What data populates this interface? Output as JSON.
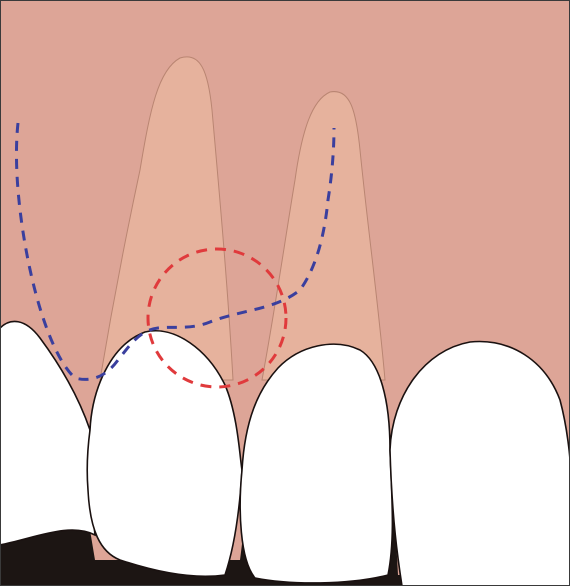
{
  "diagram": {
    "subject": "gingival-anatomy-illustration",
    "colors": {
      "gingiva": "#DDA597",
      "root": "#E6B29D",
      "root_outline": "#B98572",
      "tooth": "#FFFFFF",
      "tooth_outline": "#1A1110",
      "gap_shadow": "#1C1513",
      "blue_line": "#3A3F9E",
      "red_circle": "#E03A3C",
      "frame": "#3A3A3A"
    },
    "elements": [
      "gingiva-background",
      "root-left",
      "root-right",
      "tooth-1",
      "tooth-2",
      "tooth-3",
      "tooth-4",
      "blue-dashed-contour",
      "red-dashed-circle"
    ]
  }
}
